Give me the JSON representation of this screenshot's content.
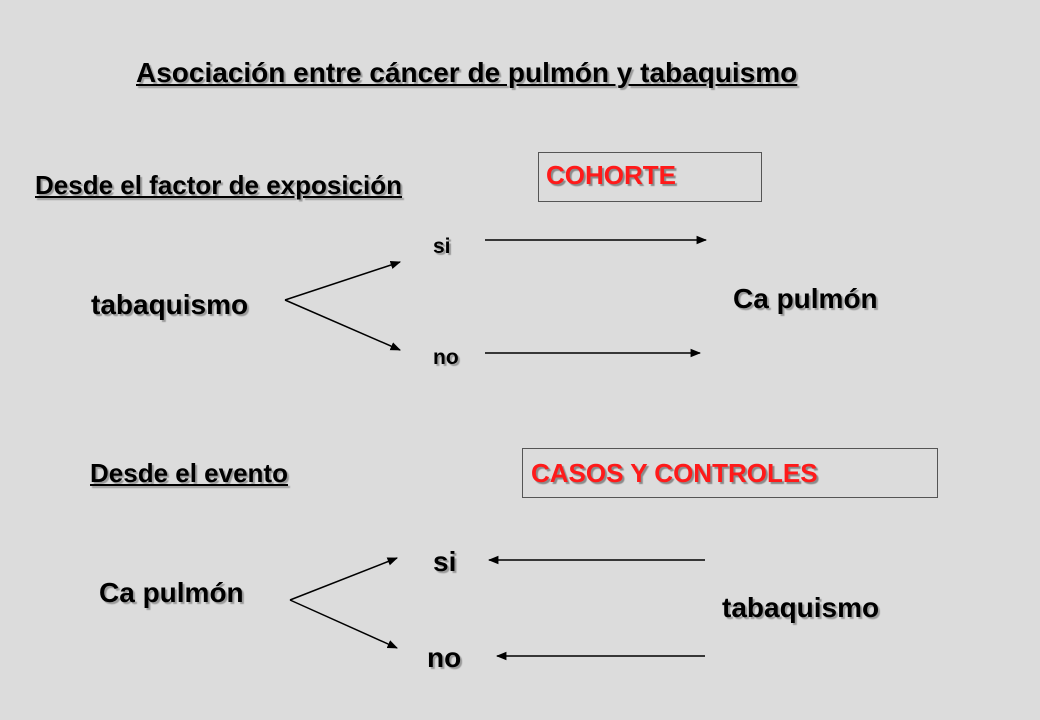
{
  "title": "Asociación entre cáncer de pulmón y tabaquismo",
  "cohort": {
    "heading": "Desde el factor de exposición",
    "design": "COHORTE",
    "exposure": "tabaquismo",
    "branch_yes": "si",
    "branch_no": "no",
    "outcome": "Ca pulmón"
  },
  "case_control": {
    "heading": "Desde el evento",
    "design": "CASOS Y CONTROLES",
    "event": "Ca pulmón",
    "branch_yes": "si",
    "branch_no": "no",
    "exposure": "tabaquismo"
  },
  "colors": {
    "background": "#dcdcdc",
    "design_label": "#ff1a1a"
  }
}
